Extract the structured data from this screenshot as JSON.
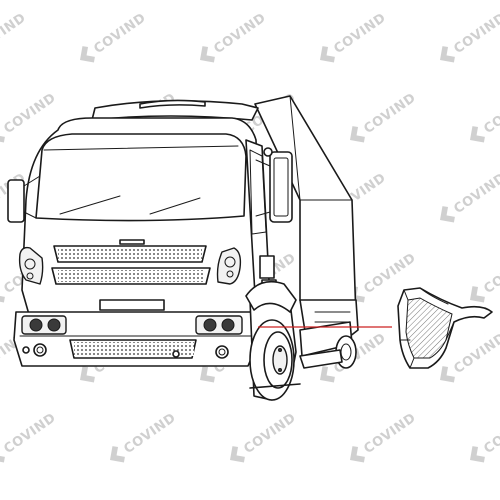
{
  "watermark": {
    "brand_text": "COVIND",
    "text_color": "#d0d0d0",
    "logo_color": "#d0d0d0"
  },
  "diagram": {
    "subject": "truck-front-three-quarter-view",
    "highlighted_part": "front-wheel-arch-mudguard-section",
    "pointer_color": "#cc2222",
    "line_color": "#1a1a1a"
  }
}
